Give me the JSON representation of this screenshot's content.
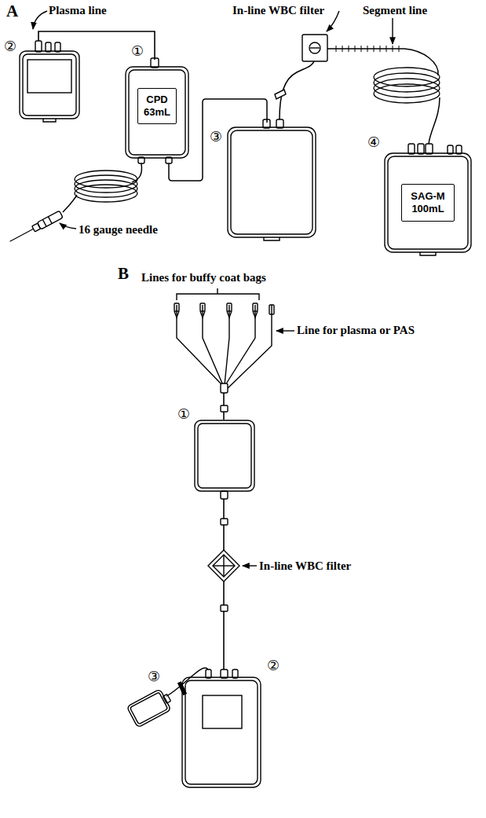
{
  "diagram": {
    "nodes": [
      {
        "text": [
          "CPD 63mL"
        ]
      },
      {
        "text": [
          "SAG-M 100mL"
        ]
      }
    ],
    "labels": [
      "A",
      "Plasma line",
      "In-line WBC filter",
      "Segment line",
      "②",
      "①",
      "③",
      "④",
      "16 gauge needle",
      "B",
      "Lines for buffy coat bags",
      "Line for plasma or PAS",
      "①",
      "In-line WBC filter",
      "③",
      "②"
    ]
  }
}
